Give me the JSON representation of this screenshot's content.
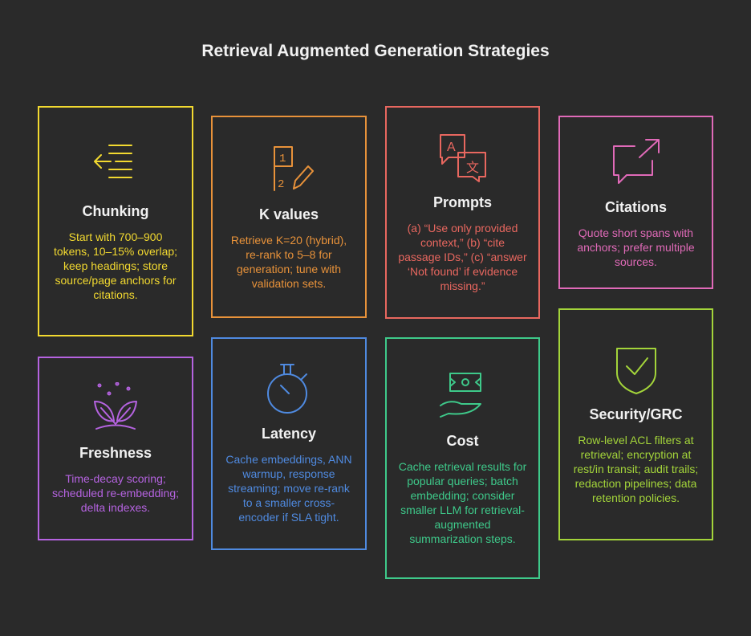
{
  "title": "Retrieval Augmented Generation Strategies",
  "cards": [
    {
      "name": "Chunking",
      "icon": "indent-left-arrow-icon",
      "color": "#f2d930",
      "text": "Start with 700–900 tokens, 10–15% overlap; keep headings; store source/page anchors for citations."
    },
    {
      "name": "K values",
      "icon": "numbered-list-pencil-icon",
      "color": "#e8923a",
      "text": "Retrieve K=20 (hybrid), re-rank to 5–8 for generation; tune with validation sets."
    },
    {
      "name": "Prompts",
      "icon": "translate-chat-icon",
      "color": "#e8675f",
      "text": "(a) “Use only provided context,” (b) “cite passage IDs,” (c) “answer ‘Not found’ if evidence missing.”"
    },
    {
      "name": "Citations",
      "icon": "chat-share-arrow-icon",
      "color": "#e06ab8",
      "text": "Quote short spans with anchors; prefer multiple sources."
    },
    {
      "name": "Freshness",
      "icon": "sprout-icon",
      "color": "#b563e0",
      "text": "Time-decay scoring; scheduled re-embedding; delta indexes."
    },
    {
      "name": "Latency",
      "icon": "stopwatch-icon",
      "color": "#4f8ae0",
      "text": "Cache embeddings, ANN warmup, response streaming; move re-rank to a smaller cross-encoder if SLA tight."
    },
    {
      "name": "Cost",
      "icon": "money-hand-icon",
      "color": "#3ec98a",
      "text": "Cache retrieval results for popular queries; batch embedding; consider smaller LLM for retrieval-augmented summarization steps."
    },
    {
      "name": "Security/GRC",
      "icon": "shield-check-icon",
      "color": "#a3d43a",
      "text": "Row-level ACL filters at retrieval; encryption at rest/in transit; audit trails; redaction pipelines; data retention policies."
    }
  ]
}
